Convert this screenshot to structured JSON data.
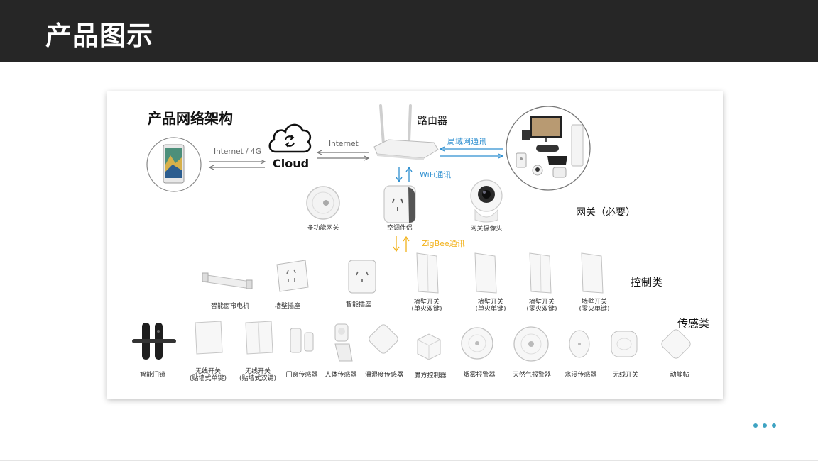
{
  "slide": {
    "title": "产品图示"
  },
  "diagram": {
    "title": "产品网络架构",
    "cloud": "Cloud",
    "router": "路由器",
    "link_internet_4g": "Internet / 4G",
    "link_internet": "Internet",
    "link_lan": "局域网通讯",
    "link_wifi": "WiFi通讯",
    "link_zigbee": "ZigBee通讯",
    "gateway_category": "网关（必要）",
    "control_category": "控制类",
    "sensor_category": "传感类",
    "gateways": [
      "多功能网关",
      "空调伴侣",
      "网关摄像头"
    ],
    "controls": [
      {
        "line1": "智能窗帘电机",
        "line2": ""
      },
      {
        "line1": "墙壁插座",
        "line2": ""
      },
      {
        "line1": "智能插座",
        "line2": ""
      },
      {
        "line1": "墙壁开关",
        "line2": "(单火双键)"
      },
      {
        "line1": "墙壁开关",
        "line2": "(单火单键)"
      },
      {
        "line1": "墙壁开关",
        "line2": "(零火双键)"
      },
      {
        "line1": "墙壁开关",
        "line2": "(零火单键)"
      }
    ],
    "sensors": [
      {
        "line1": "智能门锁",
        "line2": ""
      },
      {
        "line1": "无线开关",
        "line2": "(贴墙式单键)"
      },
      {
        "line1": "无线开关",
        "line2": "(贴墙式双键)"
      },
      {
        "line1": "门窗传感器",
        "line2": ""
      },
      {
        "line1": "人体传感器",
        "line2": ""
      },
      {
        "line1": "温湿度传感器",
        "line2": ""
      },
      {
        "line1": "魔方控制器",
        "line2": ""
      },
      {
        "line1": "烟雾报警器",
        "line2": ""
      },
      {
        "line1": "天然气报警器",
        "line2": ""
      },
      {
        "line1": "水浸传感器",
        "line2": ""
      },
      {
        "line1": "无线开关",
        "line2": ""
      },
      {
        "line1": "动静帖",
        "line2": ""
      }
    ],
    "colors": {
      "lan_link": "#2e8fd0",
      "wifi_link": "#2e8fd0",
      "zigbee_link": "#f2b21b",
      "internet_link": "#7a7a7a"
    }
  }
}
